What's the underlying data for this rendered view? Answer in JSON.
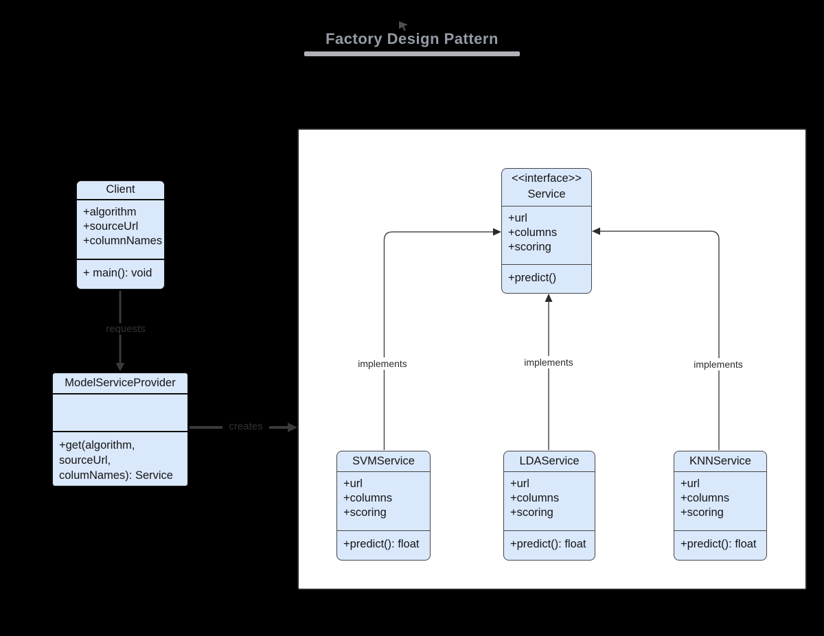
{
  "title": {
    "text": "Factory Design Pattern"
  },
  "icons": {
    "cursor_artifact": "small gray cursor-arrow mark above title"
  },
  "colors": {
    "background": "#000000",
    "factory_canvas": "#ffffff",
    "class_fill": "#dae8fc",
    "outer_border": "#0e0e0e",
    "inner_border": "#454545",
    "title_text": "#949ba6",
    "connector": "#3a3a3a"
  },
  "edges": {
    "requests_label": "requests",
    "creates_label": "creates",
    "implements_svm_label": "implements",
    "implements_lda_label": "implements",
    "implements_knn_label": "implements"
  },
  "classes": {
    "client": {
      "name": "Client",
      "attributes": [
        "+algorithm",
        "+sourceUrl",
        "+columnNames"
      ],
      "methods": [
        "+ main(): void"
      ]
    },
    "provider": {
      "name": "ModelServiceProvider",
      "attributes": [],
      "methods": [
        "+get(algorithm, sourceUrl, columNames): Service"
      ]
    },
    "service": {
      "stereotype": "<<interface>>",
      "name": "Service",
      "attributes": [
        "+url",
        "+columns",
        "+scoring"
      ],
      "methods": [
        "+predict()"
      ]
    },
    "svm": {
      "name": "SVMService",
      "attributes": [
        "+url",
        "+columns",
        "+scoring"
      ],
      "methods": [
        "+predict(): float"
      ]
    },
    "lda": {
      "name": "LDAService",
      "attributes": [
        "+url",
        "+columns",
        "+scoring"
      ],
      "methods": [
        "+predict(): float"
      ]
    },
    "knn": {
      "name": "KNNService",
      "attributes": [
        "+url",
        "+columns",
        "+scoring"
      ],
      "methods": [
        "+predict(): float"
      ]
    }
  }
}
